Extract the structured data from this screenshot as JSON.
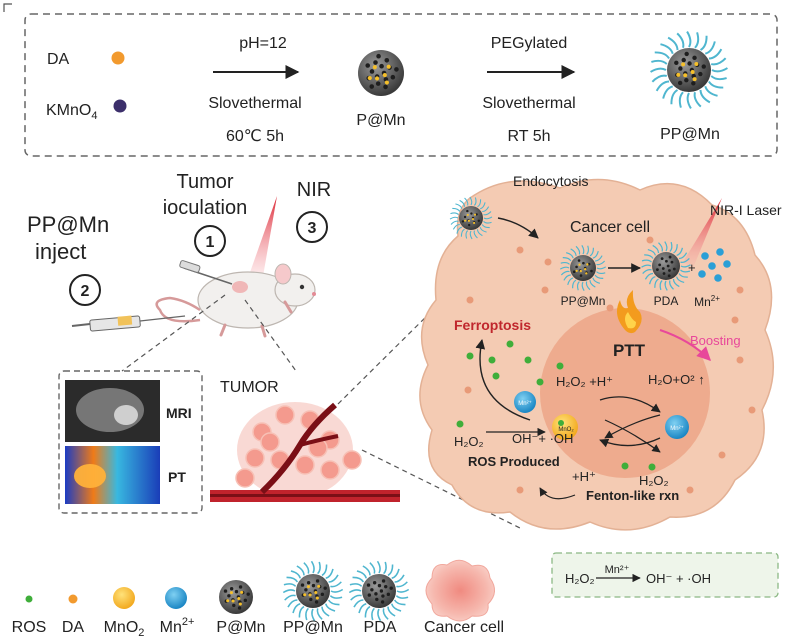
{
  "synthesis": {
    "da_label": "DA",
    "kmno4_label": "KMnO",
    "kmno4_sub": "4",
    "step1_top": "pH=12",
    "step1_bottom1": "Slovethermal",
    "step1_bottom2": "60℃  5h",
    "product1": "P@Mn",
    "step2_top": "PEGylated",
    "step2_bottom1": "Slovethermal",
    "step2_bottom2": "RT  5h",
    "product2": "PP@Mn"
  },
  "mouse_panel": {
    "inject_line1": "PP@Mn",
    "inject_line2": "inject",
    "num_inject": "2",
    "tumor_line1": "Tumor",
    "tumor_line2": "ioculation",
    "num_tumor": "1",
    "nir": "NIR",
    "num_nir": "3",
    "mri": "MRI",
    "pt": "PT",
    "tumor_label": "TUMOR"
  },
  "cell": {
    "endocytosis": "Endocytosis",
    "cancer_cell": "Cancer cell",
    "laser": "NIR-I Laser",
    "ppmn": "PP@Mn",
    "pda": "PDA",
    "mn2": "Mn",
    "mn2_sup": "2+",
    "ferroptosis": "Ferroptosis",
    "ptt": "PTT",
    "boosting": "Boosting",
    "h2o2_h": "H₂O₂ +H⁺",
    "h2o_o2": "H₂O+O² ↑",
    "h2o2_left": "H₂O₂",
    "oh_products": "OH⁻+ ·OH",
    "ros_produced": "ROS Produced",
    "h_plus": "+H⁺",
    "h2o2_right": "H₂O₂",
    "fenton": "Fenton-like rxn",
    "mn_small": "Mn²⁺",
    "mno2_small": "MnO₂"
  },
  "fenton_box": {
    "reactant": "H₂O₂",
    "catalyst": "Mn²⁺",
    "products": "OH⁻ + ·OH"
  },
  "legend": {
    "ros": "ROS",
    "da": "DA",
    "mno2": "MnO",
    "mno2_sub": "2",
    "mn": "Mn",
    "mn_sup": "2+",
    "pmn": "P@Mn",
    "ppmn": "PP@Mn",
    "pda": "PDA",
    "cancer": "Cancer  cell"
  },
  "colors": {
    "da": "#f29a2e",
    "kmno4": "#3c2f6b",
    "ros": "#3fae3a",
    "mno2": "#f6c02a",
    "mn": "#2a9fd6",
    "peg": "#4fb6cf",
    "cell_outer": "#f3c6ad",
    "cell_inner": "#eaa07f",
    "ferroptosis": "#c0272d",
    "boosting": "#e8489a",
    "laser": "#e0303a"
  }
}
